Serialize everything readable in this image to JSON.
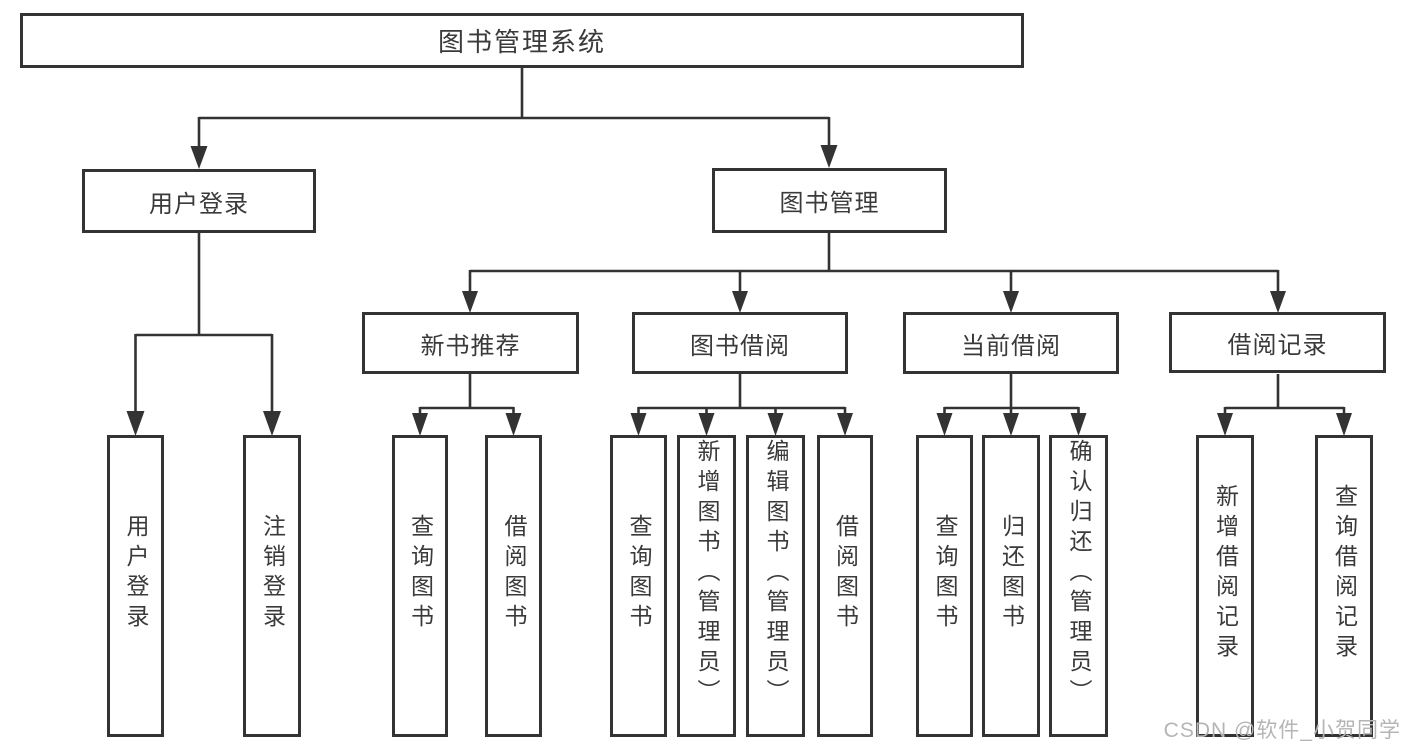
{
  "diagram": {
    "type": "tree",
    "root": {
      "label": "图书管理系统"
    },
    "level1": [
      {
        "label": "用户登录"
      },
      {
        "label": "图书管理"
      }
    ],
    "level2": [
      {
        "label": "新书推荐",
        "parent": "图书管理"
      },
      {
        "label": "图书借阅",
        "parent": "图书管理"
      },
      {
        "label": "当前借阅",
        "parent": "图书管理"
      },
      {
        "label": "借阅记录",
        "parent": "图书管理"
      }
    ],
    "leaves": [
      {
        "label": "用户登录",
        "parent": "用户登录"
      },
      {
        "label": "注销登录",
        "parent": "用户登录"
      },
      {
        "label": "查询图书",
        "parent": "新书推荐"
      },
      {
        "label": "借阅图书",
        "parent": "新书推荐"
      },
      {
        "label": "查询图书",
        "parent": "图书借阅"
      },
      {
        "label": "新增图书（管理员）",
        "parent": "图书借阅"
      },
      {
        "label": "编辑图书（管理员）",
        "parent": "图书借阅"
      },
      {
        "label": "借阅图书",
        "parent": "图书借阅"
      },
      {
        "label": "查询图书",
        "parent": "当前借阅"
      },
      {
        "label": "归还图书",
        "parent": "当前借阅"
      },
      {
        "label": "确认归还（管理员）",
        "parent": "当前借阅"
      },
      {
        "label": "新增借阅记录",
        "parent": "借阅记录"
      },
      {
        "label": "查询借阅记录",
        "parent": "借阅记录"
      }
    ]
  },
  "watermark": {
    "text": "CSDN @软件_小贺同学"
  },
  "colors": {
    "line": "#333333",
    "text": "#3a3a3a",
    "background": "#ffffff",
    "watermark": "#b5b5b5"
  }
}
